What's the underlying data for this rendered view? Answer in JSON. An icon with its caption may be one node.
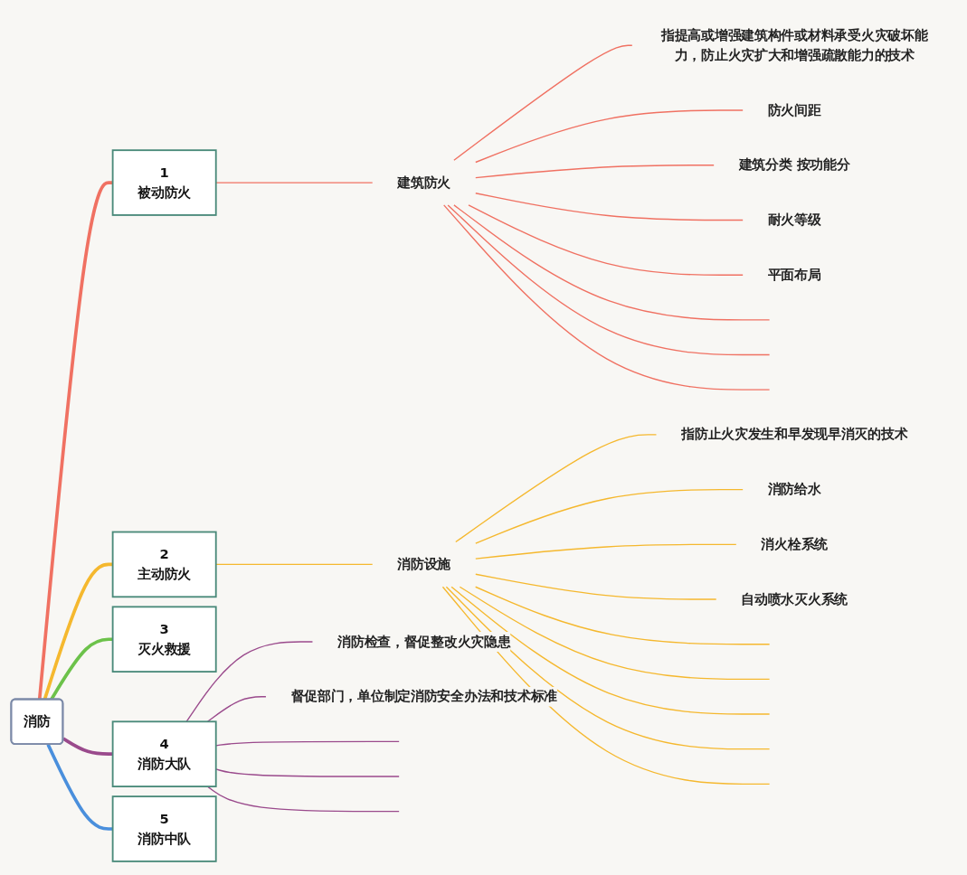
{
  "diagram": {
    "nodes": [
      {
        "text": [
          "消防"
        ]
      },
      {
        "text": [
          "1",
          "被动防火"
        ]
      },
      {
        "text": [
          "建筑防火"
        ]
      },
      {
        "text": [
          "指提高或增强建筑构件或材料承受火灾破坏能力，防止火灾扩大和增强疏散能力的技术"
        ]
      },
      {
        "text": [
          "防火间距"
        ]
      },
      {
        "text": [
          "建筑分类 按功能分"
        ]
      },
      {
        "text": [
          "耐火等级"
        ]
      },
      {
        "text": [
          "平面布局"
        ]
      },
      {
        "text": [
          "2",
          "主动防火"
        ]
      },
      {
        "text": [
          "消防设施"
        ]
      },
      {
        "text": [
          "指防止火灾发生和早发现早消灭的技术"
        ]
      },
      {
        "text": [
          "消防给水"
        ]
      },
      {
        "text": [
          "消火栓系统"
        ]
      },
      {
        "text": [
          "自动喷水灭火系统"
        ]
      },
      {
        "text": [
          "3",
          "灭火救援"
        ]
      },
      {
        "text": [
          "4",
          "消防大队"
        ]
      },
      {
        "text": [
          "消防检查，督促整改火灾隐患"
        ]
      },
      {
        "text": [
          "督促部门，单位制定消防安全办法和技术标准"
        ]
      },
      {
        "text": [
          "5",
          "消防中队"
        ]
      }
    ],
    "edges": [
      {
        "from": 0,
        "to": 1,
        "arrow": "none",
        "style": "thick",
        "color": "#f07162"
      },
      {
        "from": 1,
        "to": 2,
        "arrow": "none",
        "color": "#f07162"
      },
      {
        "from": 2,
        "to": 3,
        "arrow": "none",
        "color": "#f07162"
      },
      {
        "from": 2,
        "to": 4,
        "arrow": "none",
        "color": "#f07162"
      },
      {
        "from": 2,
        "to": 5,
        "arrow": "none",
        "color": "#f07162"
      },
      {
        "from": 2,
        "to": 6,
        "arrow": "none",
        "color": "#f07162"
      },
      {
        "from": 2,
        "to": 7,
        "arrow": "none",
        "color": "#f07162"
      },
      {
        "from": 2,
        "to": null,
        "arrow": "none",
        "color": "#f07162"
      },
      {
        "from": 2,
        "to": null,
        "arrow": "none",
        "color": "#f07162"
      },
      {
        "from": 2,
        "to": null,
        "arrow": "none",
        "color": "#f07162"
      },
      {
        "from": 0,
        "to": 8,
        "arrow": "none",
        "style": "thick",
        "color": "#f5b82e"
      },
      {
        "from": 8,
        "to": 9,
        "arrow": "none",
        "color": "#f5b82e"
      },
      {
        "from": 9,
        "to": 10,
        "arrow": "none",
        "color": "#f5b82e"
      },
      {
        "from": 9,
        "to": 11,
        "arrow": "none",
        "color": "#f5b82e"
      },
      {
        "from": 9,
        "to": 12,
        "arrow": "none",
        "color": "#f5b82e"
      },
      {
        "from": 9,
        "to": 13,
        "arrow": "none",
        "color": "#f5b82e"
      },
      {
        "from": 9,
        "to": null,
        "arrow": "none",
        "color": "#f5b82e"
      },
      {
        "from": 9,
        "to": null,
        "arrow": "none",
        "color": "#f5b82e"
      },
      {
        "from": 9,
        "to": null,
        "arrow": "none",
        "color": "#f5b82e"
      },
      {
        "from": 9,
        "to": null,
        "arrow": "none",
        "color": "#f5b82e"
      },
      {
        "from": 9,
        "to": null,
        "arrow": "none",
        "color": "#f5b82e"
      },
      {
        "from": 0,
        "to": 14,
        "arrow": "none",
        "style": "thick",
        "color": "#6cc24a"
      },
      {
        "from": 0,
        "to": 15,
        "arrow": "none",
        "style": "thick",
        "color": "#9a4a8c"
      },
      {
        "from": 15,
        "to": 16,
        "arrow": "none",
        "color": "#9a4a8c"
      },
      {
        "from": 15,
        "to": 17,
        "arrow": "none",
        "color": "#9a4a8c"
      },
      {
        "from": 15,
        "to": null,
        "arrow": "none",
        "color": "#9a4a8c"
      },
      {
        "from": 15,
        "to": null,
        "arrow": "none",
        "color": "#9a4a8c"
      },
      {
        "from": 15,
        "to": null,
        "arrow": "none",
        "color": "#9a4a8c"
      },
      {
        "from": 0,
        "to": 18,
        "arrow": "none",
        "style": "thick",
        "color": "#4a8fdc"
      }
    ]
  }
}
